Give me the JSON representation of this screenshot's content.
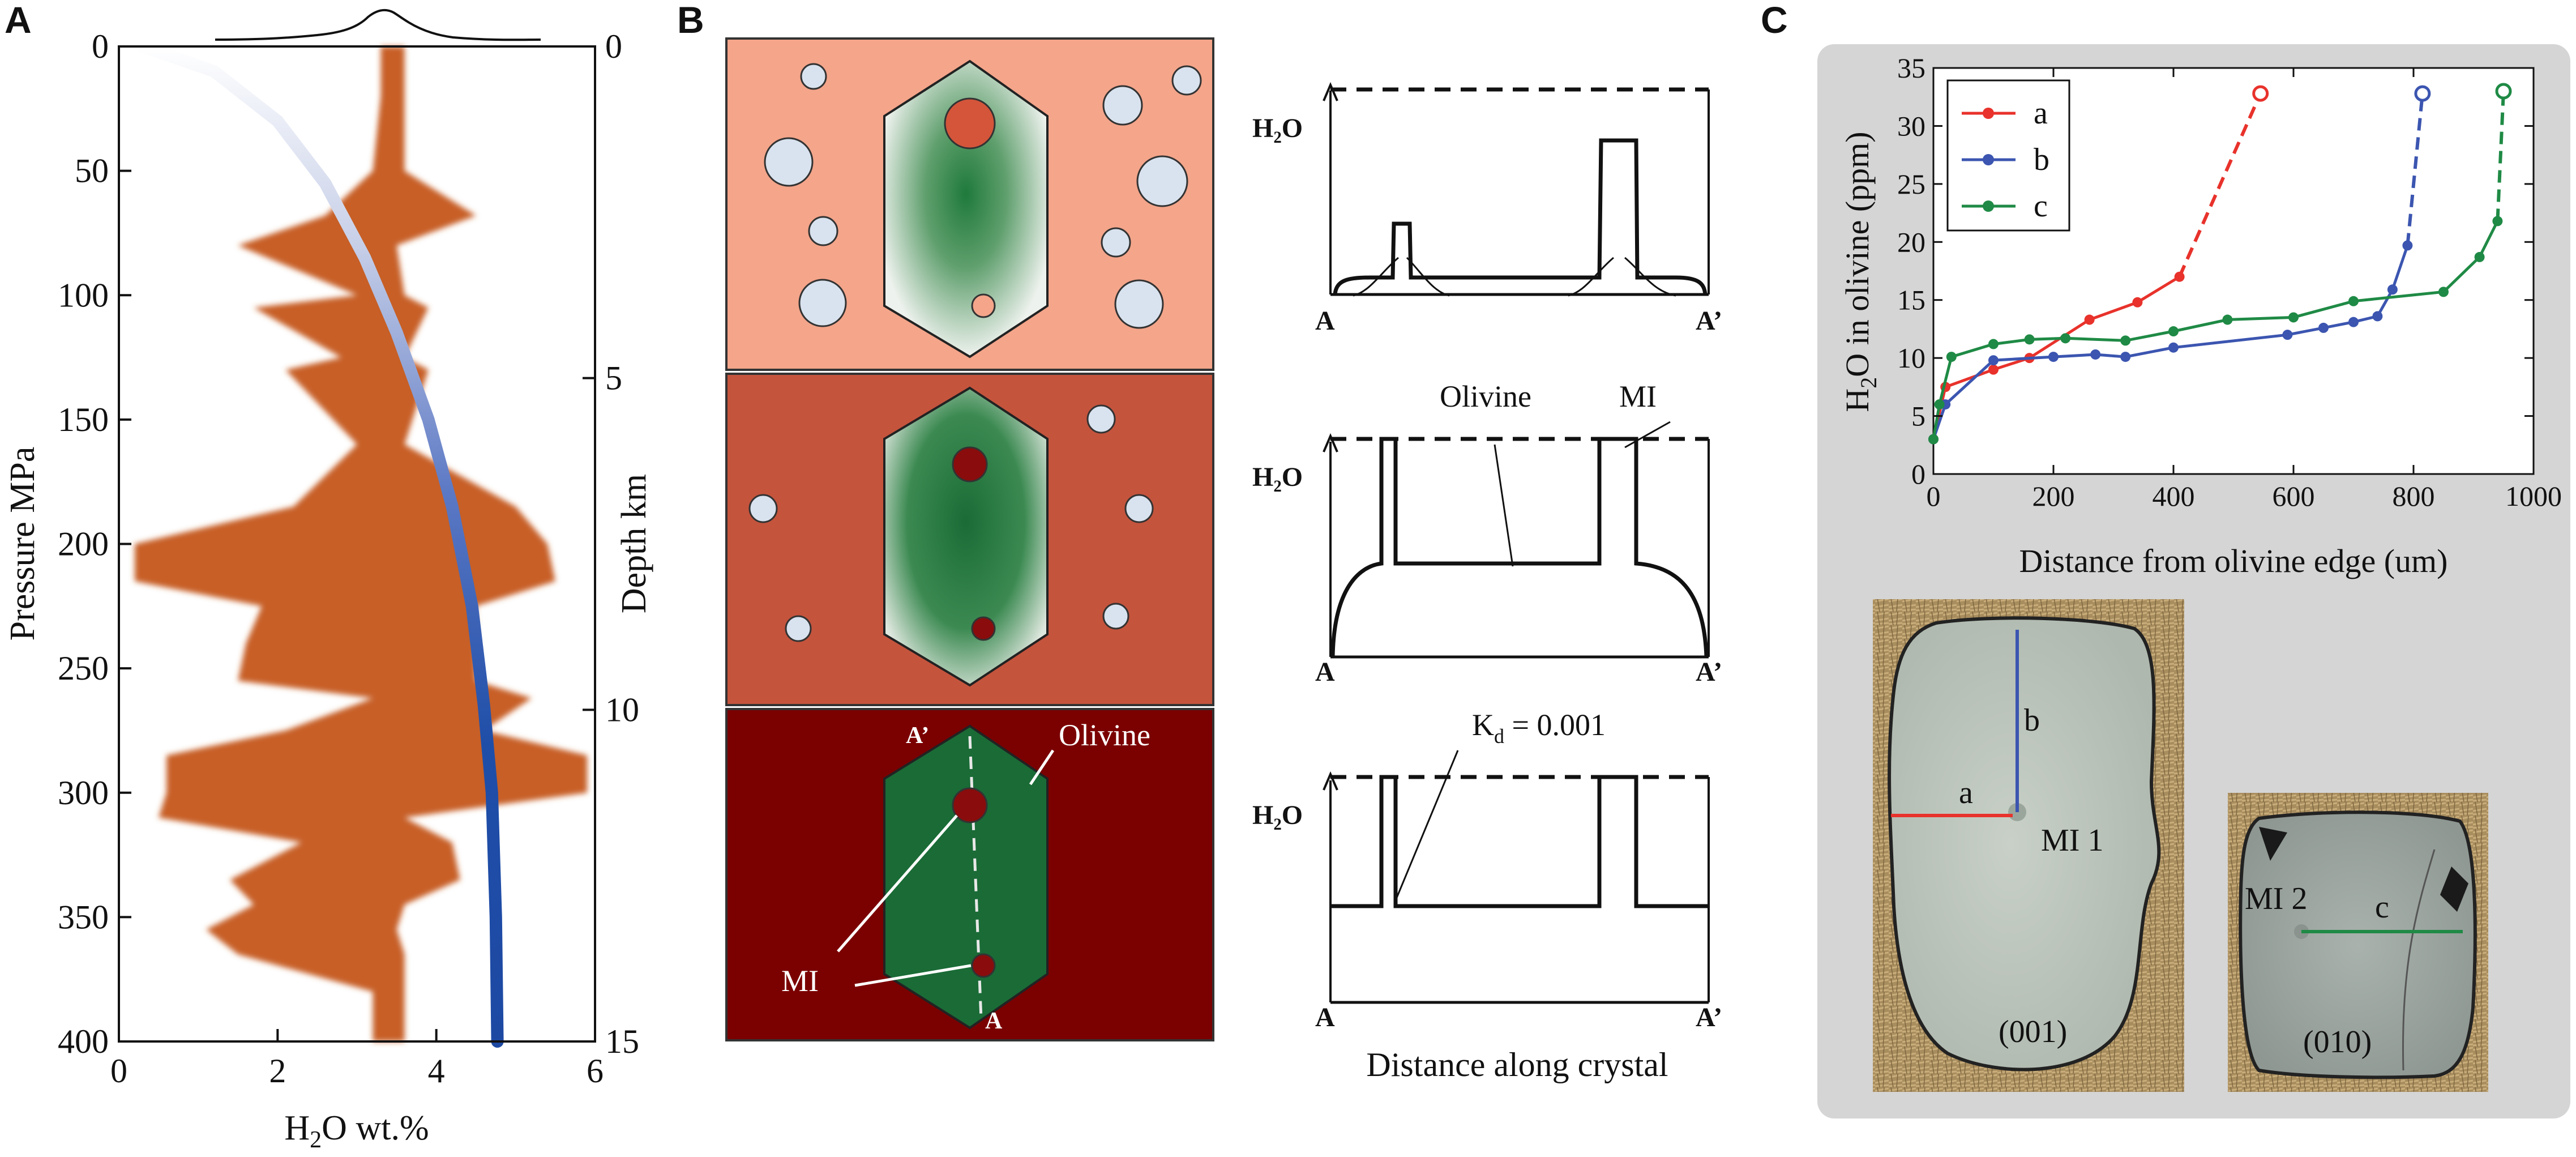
{
  "panels": {
    "A": {
      "letter": "A",
      "ylabel_left": "Pressure MPa",
      "ylabel_right": "Depth km",
      "xlabel_main": "H",
      "xlabel_sub": "2",
      "xlabel_rest": "O wt.%",
      "xticks": [
        "0",
        "2",
        "4",
        "6"
      ],
      "yticks_left": [
        "0",
        "50",
        "100",
        "150",
        "200",
        "250",
        "300",
        "350",
        "400"
      ],
      "yticks_right": [
        "0",
        "5",
        "10",
        "15"
      ]
    },
    "B": {
      "letter": "B",
      "h2o_label": "H₂O",
      "a_label": "A",
      "a_prime_label": "A’",
      "olivine_label": "Olivine",
      "mi_label": "MI",
      "kd_main": "K",
      "kd_sub": "d",
      "kd_rest": " = 0.001",
      "distance_label": "Distance along crystal",
      "crystal_olivine": "Olivine",
      "crystal_mi": "MI",
      "crystal_a": "A",
      "crystal_a_prime": "A’"
    },
    "C": {
      "letter": "C",
      "ylabel_main": "H",
      "ylabel_sub": "2",
      "ylabel_rest": "O in olivine (ppm)",
      "xlabel": "Distance from olivine edge (um)",
      "photo1_labels": {
        "a": "a",
        "b": "b",
        "mi": "MI 1",
        "face": "(001)"
      },
      "photo2_labels": {
        "c": "c",
        "mi": "MI 2",
        "face": "(010)"
      }
    }
  },
  "chart_data": [
    {
      "type": "area",
      "panel": "A",
      "xlabel": "H2O wt.%",
      "ylabel": "Pressure MPa",
      "y2label": "Depth km",
      "xlim": [
        0,
        6
      ],
      "ylim": [
        400,
        0
      ],
      "y2lim": [
        15,
        0
      ],
      "xticks": [
        0,
        2,
        4,
        6
      ],
      "yticks": [
        0,
        50,
        100,
        150,
        200,
        250,
        300,
        350,
        400
      ],
      "y2ticks": [
        0,
        5,
        10,
        15
      ],
      "series": [
        {
          "kind": "saturation-curve",
          "x": [
            0.3,
            1.2,
            2.0,
            2.6,
            3.1,
            3.5,
            3.9,
            4.2,
            4.45,
            4.6,
            4.7,
            4.75,
            4.77
          ],
          "y": [
            0,
            10,
            30,
            55,
            85,
            115,
            150,
            185,
            225,
            265,
            300,
            350,
            400
          ]
        },
        {
          "kind": "density-distribution",
          "y": [
            0,
            20,
            50,
            68,
            80,
            100,
            105,
            125,
            130,
            160,
            185,
            200,
            215,
            225,
            240,
            255,
            262,
            275,
            285,
            300,
            310,
            320,
            335,
            345,
            355,
            365,
            380,
            400
          ],
          "x_min": [
            3.3,
            3.3,
            3.2,
            2.6,
            1.5,
            3.0,
            1.7,
            2.8,
            2.1,
            3.0,
            2.2,
            0.2,
            0.2,
            1.8,
            1.6,
            1.5,
            3.2,
            2.1,
            0.6,
            0.6,
            0.5,
            2.3,
            1.4,
            1.7,
            1.1,
            1.5,
            3.2,
            3.2
          ],
          "x_max": [
            3.6,
            3.6,
            3.6,
            4.5,
            3.5,
            3.6,
            3.9,
            3.6,
            3.9,
            3.6,
            5.0,
            5.4,
            5.5,
            4.5,
            4.5,
            4.5,
            5.2,
            4.6,
            5.9,
            5.9,
            3.6,
            4.2,
            4.3,
            3.6,
            3.5,
            3.6,
            3.6,
            3.6
          ]
        }
      ]
    },
    {
      "type": "line",
      "panel": "B",
      "title": "",
      "xlabel": "Distance along crystal",
      "ylabel": "H2O",
      "plots": [
        {
          "profile": "row1",
          "annotation": ""
        },
        {
          "profile": "row2",
          "annotation": "Olivine / MI"
        },
        {
          "profile": "row3",
          "annotation": "Kd = 0.001"
        }
      ]
    },
    {
      "type": "line",
      "panel": "C",
      "xlabel": "Distance from olivine edge (um)",
      "ylabel": "H2O in olivine (ppm)",
      "xlim": [
        0,
        1000
      ],
      "ylim": [
        0,
        35
      ],
      "xticks": [
        0,
        200,
        400,
        600,
        800,
        1000
      ],
      "yticks": [
        0,
        5,
        10,
        15,
        20,
        25,
        30,
        35
      ],
      "legend": "top-left",
      "series": [
        {
          "name": "a",
          "color": "#e8322b",
          "x": [
            0,
            20,
            100,
            160,
            260,
            340,
            410
          ],
          "y": [
            3,
            7.5,
            9,
            10,
            13.3,
            14.8,
            17
          ],
          "dashed_to": {
            "x": 545,
            "y": 32.8
          }
        },
        {
          "name": "b",
          "color": "#3b55b0",
          "x": [
            0,
            20,
            100,
            200,
            270,
            320,
            400,
            590,
            650,
            700,
            740,
            765,
            790
          ],
          "y": [
            3,
            6,
            9.8,
            10.1,
            10.3,
            10.1,
            10.9,
            12,
            12.6,
            13.1,
            13.6,
            15.9,
            19.7
          ],
          "dashed_to": {
            "x": 815,
            "y": 32.8
          }
        },
        {
          "name": "c",
          "color": "#1f8a45",
          "x": [
            0,
            10,
            30,
            100,
            160,
            220,
            320,
            400,
            490,
            600,
            700,
            850,
            910,
            940
          ],
          "y": [
            3,
            6,
            10.1,
            11.2,
            11.6,
            11.7,
            11.5,
            12.3,
            13.3,
            13.5,
            14.9,
            15.7,
            18.7,
            21.8
          ],
          "dashed_to": {
            "x": 950,
            "y": 33
          }
        }
      ]
    }
  ],
  "colors": {
    "A_orange": "#c75f28",
    "A_blue": "#1f4ea8",
    "B_row1_bg": "#f4a58a",
    "B_row2_bg": "#c5543d",
    "B_row3_bg": "#7b0000",
    "olivine_green": "#1a6b36",
    "C_panel_bg": "#d5d5d5"
  }
}
